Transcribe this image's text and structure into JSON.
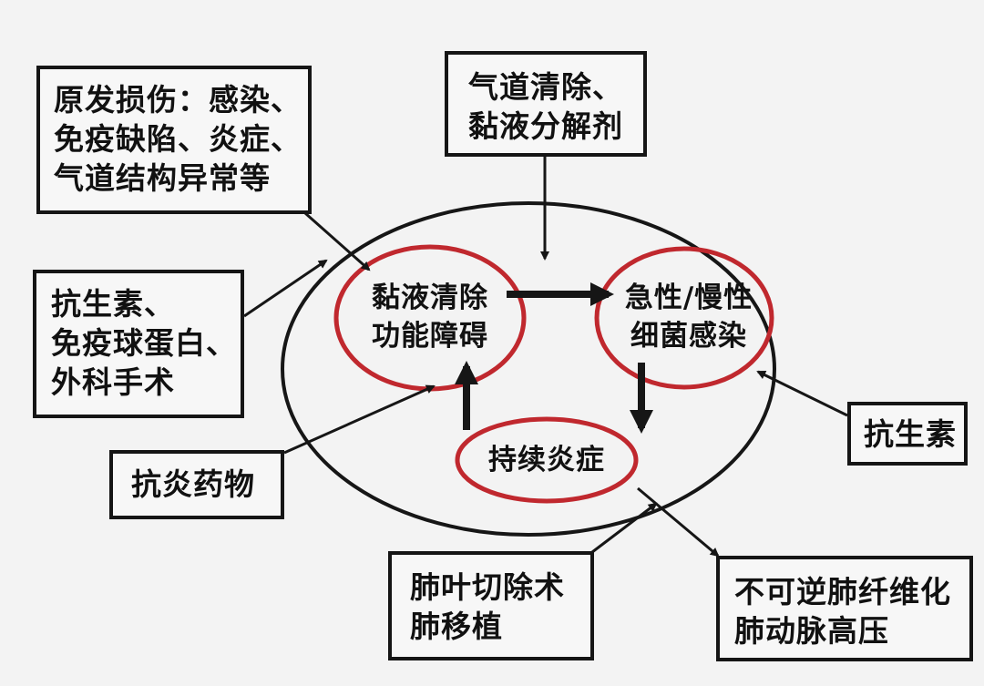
{
  "boxes": {
    "primary_injury": {
      "lines": [
        "原发损伤：感染、",
        "免疫缺陷、炎症、",
        "气道结构异常等"
      ]
    },
    "airway_clearance": {
      "lines": [
        "气道清除、",
        "黏液分解剂"
      ]
    },
    "antibiotics_immuno_surgery": {
      "lines": [
        "抗生素、",
        "免疫球蛋白、",
        "外科手术"
      ]
    },
    "anti_inflammatory": {
      "lines": [
        "抗炎药物"
      ]
    },
    "antibiotic_right": {
      "lines": [
        "抗生素"
      ]
    },
    "lobectomy_transplant": {
      "lines": [
        "肺叶切除术",
        "肺移植"
      ]
    },
    "irreversible": {
      "lines": [
        "不可逆肺纤维化",
        "肺动脉高压"
      ]
    }
  },
  "nodes": {
    "mucus_dysfunction": {
      "lines": [
        "黏液清除",
        "功能障碍"
      ]
    },
    "bacterial_infection": {
      "lines": [
        "急性/慢性",
        "细菌感染"
      ]
    },
    "persistent_inflammation": {
      "lines": [
        "持续炎症"
      ]
    }
  },
  "colors": {
    "ring": "#c0282e",
    "stroke": "#161616",
    "background": "#f3f3f3"
  }
}
